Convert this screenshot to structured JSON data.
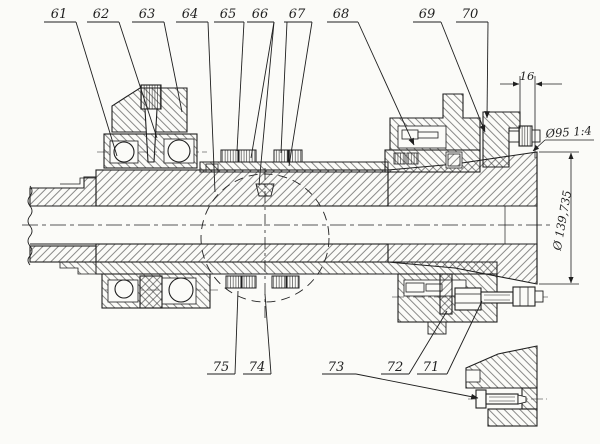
{
  "colors": {
    "ink": "#1f1f1f",
    "paper": "#fbfbf8"
  },
  "callouts": {
    "top": [
      "61",
      "62",
      "63",
      "64",
      "65",
      "66",
      "67",
      "68",
      "69",
      "70"
    ],
    "bottom": [
      "75",
      "74",
      "73",
      "72",
      "71"
    ]
  },
  "dimensions": {
    "flange_width": "16",
    "taper_note": "Ø95 1:4",
    "diameter_note": "Ø 139,735"
  }
}
